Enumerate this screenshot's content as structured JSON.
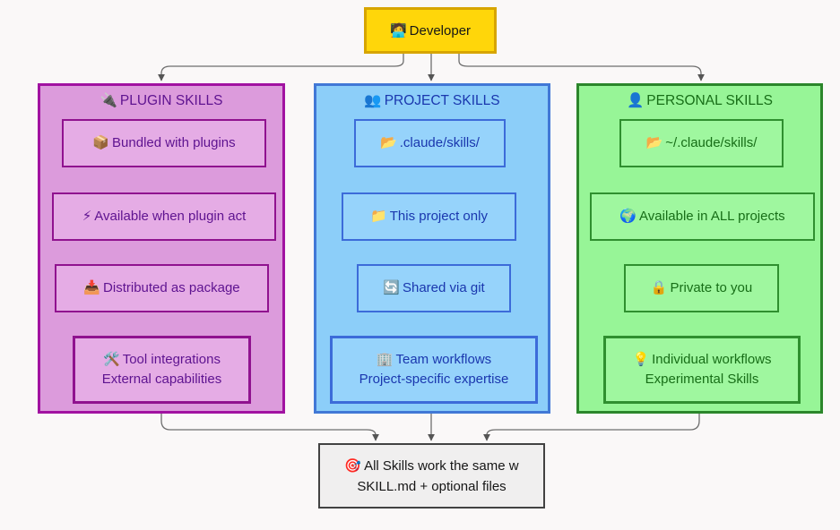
{
  "root": {
    "icon": "🧑‍💻",
    "label": "Developer"
  },
  "columns": [
    {
      "title": {
        "icon": "🔌",
        "label": "PLUGIN SKILLS"
      },
      "items": [
        {
          "icon": "📦",
          "label": "Bundled with plugins"
        },
        {
          "icon": "⚡",
          "label": "Available when plugin act"
        },
        {
          "icon": "📥",
          "label": "Distributed as package"
        },
        {
          "icon": "🛠️",
          "label": "Tool integrations",
          "label2": "External capabilities"
        }
      ]
    },
    {
      "title": {
        "icon": "👥",
        "label": "PROJECT SKILLS"
      },
      "items": [
        {
          "icon": "📂",
          "label": ".claude/skills/"
        },
        {
          "icon": "📁",
          "label": "This project only"
        },
        {
          "icon": "🔄",
          "label": "Shared via git"
        },
        {
          "icon": "🏢",
          "label": "Team workflows",
          "label2": "Project-specific expertise"
        }
      ]
    },
    {
      "title": {
        "icon": "👤",
        "label": "PERSONAL SKILLS"
      },
      "items": [
        {
          "icon": "📂",
          "label": "~/.claude/skills/"
        },
        {
          "icon": "🌍",
          "label": "Available in ALL projects"
        },
        {
          "icon": "🔒",
          "label": "Private to you"
        },
        {
          "icon": "💡",
          "label": "Individual workflows",
          "label2": "Experimental Skills"
        }
      ]
    }
  ],
  "footer": {
    "icon": "🎯",
    "line1": "All Skills work the same w",
    "line2": "SKILL.md + optional files"
  },
  "palette": {
    "background": "#FAF8F8",
    "developer_fill": "#FFD60A",
    "developer_border": "#D7A500",
    "plugin_fill": "#DC9BDC",
    "plugin_border": "#A112A1",
    "plugin_item_fill": "#E5ACE5",
    "plugin_text": "#5E1390",
    "project_fill": "#8CCEF9",
    "project_border": "#4178D6",
    "project_item_fill": "#96D3FB",
    "project_text": "#1A37AE",
    "personal_fill": "#97F597",
    "personal_border": "#2B862B",
    "personal_item_fill": "#9FF79F",
    "personal_text": "#176E17",
    "footer_fill": "#F0EFEF",
    "footer_border": "#424242",
    "arrow": "#6E6E6E"
  }
}
